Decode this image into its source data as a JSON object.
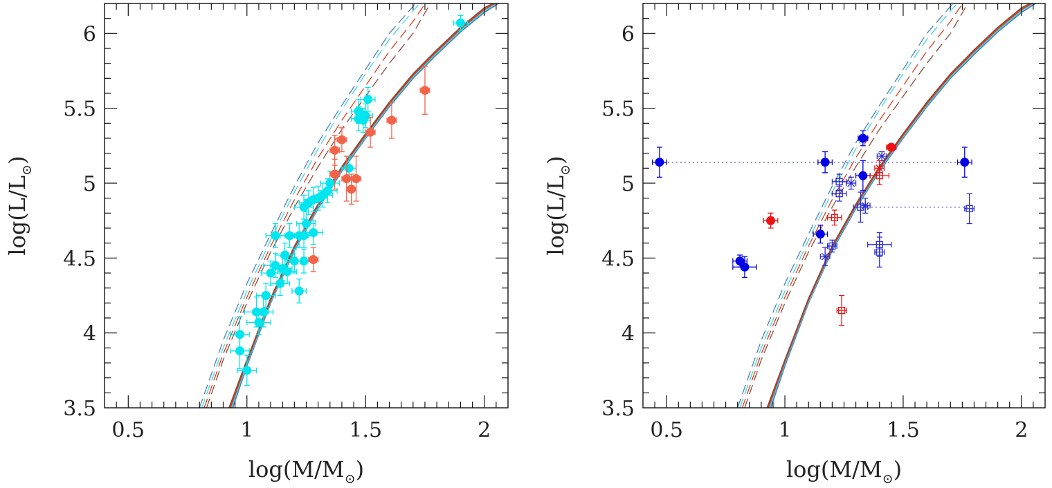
{
  "chart_data": [
    {
      "type": "scatter",
      "panel": "left",
      "xlabel": "log(M/M",
      "ylabel": "log(L/L",
      "xlim": [
        0.4,
        2.1
      ],
      "ylim": [
        3.5,
        6.2
      ],
      "xticks": [
        0.5,
        1,
        1.5,
        2
      ],
      "yticks": [
        3.5,
        4,
        4.5,
        5,
        5.5,
        6
      ],
      "xtick_labels": [
        "0.5",
        "1",
        "1.5",
        "2"
      ],
      "ytick_labels": [
        "3.5",
        "4",
        "4.5",
        "5",
        "5.5",
        "6"
      ],
      "grid": false,
      "tracks": [
        {
          "style": "solid",
          "color": "#4a7fc7",
          "x": [
            0.94,
            1.0,
            1.1,
            1.2,
            1.3,
            1.4,
            1.5,
            1.6,
            1.7,
            1.8,
            1.9,
            2.0,
            2.08
          ],
          "y": [
            3.5,
            3.78,
            4.2,
            4.55,
            4.83,
            5.08,
            5.3,
            5.51,
            5.7,
            5.86,
            6.01,
            6.14,
            6.22
          ]
        },
        {
          "style": "solid",
          "color": "#41d6d6",
          "x": [
            0.935,
            1.0,
            1.1,
            1.2,
            1.3,
            1.4,
            1.5,
            1.6,
            1.7,
            1.8,
            1.9,
            2.0,
            2.07
          ],
          "y": [
            3.5,
            3.8,
            4.21,
            4.56,
            4.84,
            5.09,
            5.31,
            5.52,
            5.71,
            5.87,
            6.02,
            6.15,
            6.22
          ]
        },
        {
          "style": "solid",
          "color": "#e03b1b",
          "x": [
            0.93,
            1.0,
            1.1,
            1.2,
            1.3,
            1.4,
            1.5,
            1.6,
            1.7,
            1.8,
            1.9,
            2.0,
            2.065
          ],
          "y": [
            3.5,
            3.81,
            4.22,
            4.57,
            4.85,
            5.1,
            5.32,
            5.53,
            5.72,
            5.88,
            6.03,
            6.16,
            6.22
          ]
        },
        {
          "style": "solid",
          "color": "#8b4a3a",
          "x": [
            0.925,
            1.0,
            1.1,
            1.2,
            1.3,
            1.4,
            1.5,
            1.6,
            1.7,
            1.8,
            1.9,
            2.0,
            2.06
          ],
          "y": [
            3.5,
            3.82,
            4.23,
            4.58,
            4.86,
            5.11,
            5.33,
            5.54,
            5.73,
            5.89,
            6.04,
            6.17,
            6.22
          ]
        },
        {
          "style": "dashed",
          "color": "#4a7fc7",
          "x": [
            0.8,
            0.9,
            1.0,
            1.1,
            1.2,
            1.3,
            1.4,
            1.5,
            1.6,
            1.7,
            1.72
          ],
          "y": [
            3.5,
            3.95,
            4.33,
            4.66,
            4.98,
            5.27,
            5.52,
            5.76,
            6.0,
            6.18,
            6.22
          ]
        },
        {
          "style": "dashed",
          "color": "#41d6d6",
          "x": [
            0.81,
            0.9,
            1.0,
            1.1,
            1.2,
            1.3,
            1.4,
            1.5,
            1.6,
            1.7,
            1.74
          ],
          "y": [
            3.5,
            3.9,
            4.28,
            4.62,
            4.94,
            5.23,
            5.49,
            5.73,
            5.96,
            6.15,
            6.22
          ]
        },
        {
          "style": "dashed",
          "color": "#e03b1b",
          "x": [
            0.82,
            0.9,
            1.0,
            1.1,
            1.2,
            1.3,
            1.4,
            1.5,
            1.6,
            1.7,
            1.76
          ],
          "y": [
            3.5,
            3.86,
            4.24,
            4.58,
            4.89,
            5.17,
            5.42,
            5.65,
            5.88,
            6.08,
            6.22
          ]
        },
        {
          "style": "dashed",
          "color": "#8b4a3a",
          "x": [
            0.83,
            0.9,
            1.0,
            1.1,
            1.2,
            1.3,
            1.4,
            1.5,
            1.6,
            1.7,
            1.78
          ],
          "y": [
            3.5,
            3.82,
            4.2,
            4.54,
            4.84,
            5.11,
            5.36,
            5.58,
            5.8,
            6.0,
            6.22
          ]
        }
      ],
      "series": [
        {
          "name": "",
          "color": "#00e5ee",
          "marker": "filled-circle",
          "points": [
            [
              0.97,
              3.99,
              0.04,
              0.12
            ],
            [
              0.97,
              3.88,
              0.04,
              0.12
            ],
            [
              1.0,
              3.75,
              0.04,
              0.1
            ],
            [
              1.04,
              4.14,
              0.05,
              0.1
            ],
            [
              1.05,
              4.07,
              0.05,
              0.08
            ],
            [
              1.07,
              4.14,
              0.04,
              0.1
            ],
            [
              1.08,
              4.25,
              0.04,
              0.08
            ],
            [
              1.1,
              4.4,
              0.04,
              0.08
            ],
            [
              1.12,
              4.45,
              0.05,
              0.08
            ],
            [
              1.12,
              4.65,
              0.04,
              0.08
            ],
            [
              1.14,
              4.33,
              0.04,
              0.08
            ],
            [
              1.15,
              4.43,
              0.04,
              0.08
            ],
            [
              1.16,
              4.52,
              0.04,
              0.08
            ],
            [
              1.17,
              4.41,
              0.04,
              0.08
            ],
            [
              1.18,
              4.65,
              0.04,
              0.08
            ],
            [
              1.2,
              4.48,
              0.04,
              0.08
            ],
            [
              1.22,
              4.28,
              0.03,
              0.08
            ],
            [
              1.22,
              4.65,
              0.04,
              0.08
            ],
            [
              1.24,
              4.65,
              0.04,
              0.08
            ],
            [
              1.24,
              4.48,
              0.04,
              0.08
            ],
            [
              1.24,
              4.84,
              0.04,
              0.08
            ],
            [
              1.25,
              4.73,
              0.04,
              0.08
            ],
            [
              1.26,
              4.87,
              0.04,
              0.08
            ],
            [
              1.28,
              4.67,
              0.04,
              0.08
            ],
            [
              1.28,
              4.89,
              0.04,
              0.08
            ],
            [
              1.3,
              4.9,
              0.04,
              0.08
            ],
            [
              1.32,
              4.92,
              0.04,
              0.08
            ],
            [
              1.34,
              4.95,
              0.04,
              0.08
            ],
            [
              1.35,
              5.0,
              0.04,
              0.08
            ],
            [
              1.43,
              5.1,
              0.03,
              0.08
            ],
            [
              1.47,
              5.43,
              0.03,
              0.08
            ],
            [
              1.47,
              5.48,
              0.03,
              0.08
            ],
            [
              1.49,
              5.42,
              0.03,
              0.08
            ],
            [
              1.5,
              5.45,
              0.03,
              0.08
            ],
            [
              1.51,
              5.56,
              0.03,
              0.08
            ],
            [
              1.9,
              6.07,
              0.03,
              0.05
            ]
          ]
        },
        {
          "name": "",
          "color": "#f26448",
          "marker": "filled-circle",
          "points": [
            [
              1.28,
              4.49,
              0.02,
              0.08
            ],
            [
              1.37,
              5.06,
              0.02,
              0.1
            ],
            [
              1.37,
              5.22,
              0.02,
              0.1
            ],
            [
              1.4,
              5.29,
              0.02,
              0.08
            ],
            [
              1.42,
              5.03,
              0.02,
              0.15
            ],
            [
              1.44,
              4.96,
              0.02,
              0.1
            ],
            [
              1.46,
              5.03,
              0.02,
              0.15
            ],
            [
              1.52,
              5.34,
              0.02,
              0.1
            ],
            [
              1.61,
              5.42,
              0.02,
              0.12
            ],
            [
              1.75,
              5.62,
              0.02,
              0.16
            ]
          ]
        }
      ]
    },
    {
      "type": "scatter",
      "panel": "right",
      "xlabel": "log(M/M",
      "ylabel": "log(L/L",
      "xlim": [
        0.4,
        2.1
      ],
      "ylim": [
        3.5,
        6.2
      ],
      "xticks": [
        0.5,
        1,
        1.5,
        2
      ],
      "yticks": [
        3.5,
        4,
        4.5,
        5,
        5.5,
        6
      ],
      "xtick_labels": [
        "0.5",
        "1",
        "1.5",
        "2"
      ],
      "ytick_labels": [
        "3.5",
        "4",
        "4.5",
        "5",
        "5.5",
        "6"
      ],
      "grid": false,
      "tracks": [
        {
          "style": "solid",
          "color": "#4a7fc7",
          "x": [
            0.94,
            1.0,
            1.1,
            1.2,
            1.3,
            1.4,
            1.5,
            1.6,
            1.7,
            1.8,
            1.9,
            2.0,
            2.08
          ],
          "y": [
            3.5,
            3.78,
            4.2,
            4.55,
            4.83,
            5.08,
            5.3,
            5.51,
            5.7,
            5.86,
            6.01,
            6.14,
            6.22
          ]
        },
        {
          "style": "solid",
          "color": "#41d6d6",
          "x": [
            0.935,
            1.0,
            1.1,
            1.2,
            1.3,
            1.4,
            1.5,
            1.6,
            1.7,
            1.8,
            1.9,
            2.0,
            2.07
          ],
          "y": [
            3.5,
            3.8,
            4.21,
            4.56,
            4.84,
            5.09,
            5.31,
            5.52,
            5.71,
            5.87,
            6.02,
            6.15,
            6.22
          ]
        },
        {
          "style": "solid",
          "color": "#e03b1b",
          "x": [
            0.93,
            1.0,
            1.1,
            1.2,
            1.3,
            1.4,
            1.5,
            1.6,
            1.7,
            1.8,
            1.9,
            2.0,
            2.065
          ],
          "y": [
            3.5,
            3.81,
            4.22,
            4.57,
            4.85,
            5.1,
            5.32,
            5.53,
            5.72,
            5.88,
            6.03,
            6.16,
            6.22
          ]
        },
        {
          "style": "solid",
          "color": "#8b4a3a",
          "x": [
            0.925,
            1.0,
            1.1,
            1.2,
            1.3,
            1.4,
            1.5,
            1.6,
            1.7,
            1.8,
            1.9,
            2.0,
            2.06
          ],
          "y": [
            3.5,
            3.82,
            4.23,
            4.58,
            4.86,
            5.11,
            5.33,
            5.54,
            5.73,
            5.89,
            6.04,
            6.17,
            6.22
          ]
        },
        {
          "style": "dashed",
          "color": "#4a7fc7",
          "x": [
            0.8,
            0.9,
            1.0,
            1.1,
            1.2,
            1.3,
            1.4,
            1.5,
            1.6,
            1.7,
            1.72
          ],
          "y": [
            3.5,
            3.95,
            4.33,
            4.66,
            4.98,
            5.27,
            5.52,
            5.76,
            6.0,
            6.18,
            6.22
          ]
        },
        {
          "style": "dashed",
          "color": "#41d6d6",
          "x": [
            0.81,
            0.9,
            1.0,
            1.1,
            1.2,
            1.3,
            1.4,
            1.5,
            1.6,
            1.7,
            1.74
          ],
          "y": [
            3.5,
            3.9,
            4.28,
            4.62,
            4.94,
            5.23,
            5.49,
            5.73,
            5.96,
            6.15,
            6.22
          ]
        },
        {
          "style": "dashed",
          "color": "#e03b1b",
          "x": [
            0.82,
            0.9,
            1.0,
            1.1,
            1.2,
            1.3,
            1.4,
            1.5,
            1.6,
            1.7,
            1.76
          ],
          "y": [
            3.5,
            3.86,
            4.24,
            4.58,
            4.89,
            5.17,
            5.42,
            5.65,
            5.88,
            6.08,
            6.22
          ]
        },
        {
          "style": "dashed",
          "color": "#8b4a3a",
          "x": [
            0.83,
            0.9,
            1.0,
            1.1,
            1.2,
            1.3,
            1.4,
            1.5,
            1.6,
            1.7,
            1.78
          ],
          "y": [
            3.5,
            3.82,
            4.2,
            4.54,
            4.84,
            5.11,
            5.36,
            5.58,
            5.8,
            6.0,
            6.22
          ]
        }
      ],
      "connectors": [
        {
          "color": "#2a2ad8",
          "x": [
            0.47,
            1.76
          ],
          "y": [
            5.14,
            5.14
          ]
        },
        {
          "color": "#2a2ad8",
          "x": [
            1.33,
            1.78
          ],
          "y": [
            4.84,
            4.84
          ]
        }
      ],
      "series": [
        {
          "name": "",
          "color": "#0000e6",
          "marker": "filled-circle",
          "points": [
            [
              0.47,
              5.14,
              0.03,
              0.1
            ],
            [
              0.81,
              4.48,
              0.03,
              0.04
            ],
            [
              0.83,
              4.44,
              0.05,
              0.07
            ],
            [
              1.15,
              4.66,
              0.03,
              0.06
            ],
            [
              1.17,
              5.14,
              0.03,
              0.07
            ],
            [
              1.33,
              5.3,
              0.02,
              0.05
            ],
            [
              1.33,
              5.05,
              0.03,
              0.1
            ],
            [
              1.76,
              5.14,
              0.03,
              0.1
            ]
          ]
        },
        {
          "name": "",
          "color": "#ee1111",
          "marker": "filled-circle",
          "points": [
            [
              0.94,
              4.75,
              0.03,
              0.05
            ],
            [
              1.45,
              5.24,
              0.02,
              0.02
            ]
          ]
        },
        {
          "name": "",
          "color": "#2a2ad8",
          "marker": "open-square",
          "points": [
            [
              1.23,
              5.01,
              0.03,
              0.05
            ],
            [
              1.23,
              4.93,
              0.03,
              0.05
            ],
            [
              1.2,
              4.58,
              0.02,
              0.04
            ],
            [
              1.32,
              4.84,
              0.03,
              0.1
            ],
            [
              1.4,
              4.59,
              0.05,
              0.08
            ],
            [
              1.4,
              4.54,
              0.02,
              0.1
            ],
            [
              1.78,
              4.83,
              0.02,
              0.1
            ]
          ]
        },
        {
          "name": "",
          "color": "#ee1111",
          "marker": "open-square",
          "points": [
            [
              1.21,
              4.77,
              0.03,
              0.05
            ],
            [
              1.24,
              4.15,
              0.02,
              0.1
            ],
            [
              1.4,
              5.05,
              0.04,
              0.06
            ]
          ]
        },
        {
          "name": "",
          "color": "#2a2ad8",
          "marker": "cross",
          "points": [
            [
              1.17,
              4.51,
              0.02,
              0.06
            ],
            [
              1.28,
              5.0,
              0.02,
              0.04
            ],
            [
              1.34,
              4.85,
              0.02,
              0.05
            ],
            [
              1.41,
              5.18,
              0.02,
              0.03
            ]
          ]
        },
        {
          "name": "",
          "color": "#ee1111",
          "marker": "cross",
          "points": [
            [
              1.4,
              5.1,
              0.02,
              0.05
            ]
          ]
        }
      ]
    }
  ]
}
